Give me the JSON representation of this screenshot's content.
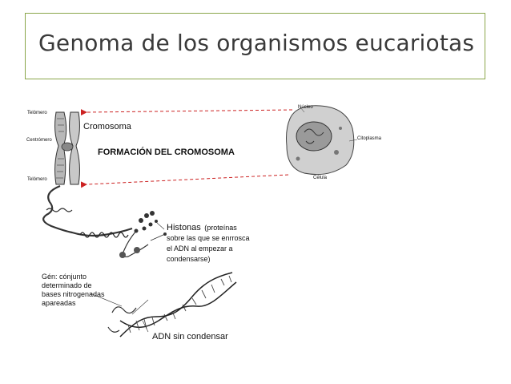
{
  "slide": {
    "title": "Genoma de los organismos eucariotas"
  },
  "diagram": {
    "chromosome": {
      "telomero_top": "Telómero",
      "centromero": "Centrómero",
      "telomero_bottom": "Telómero",
      "label": "Cromosoma"
    },
    "heading": "FORMACIÓN DEL CROMOSOMA",
    "cell": {
      "nucleo": "Núcleo",
      "citoplasma": "Citoplasma",
      "celula": "Célula"
    },
    "histonas": {
      "title": "Histonas",
      "paren": "(proteínas",
      "line2": "sobre las que se enrrosca",
      "line3": "el ADN al empezar a",
      "line4": "condensarse)"
    },
    "gen": {
      "line1": "Gén: cónjunto",
      "line2": "determinado de",
      "line3": "bases nitrogenadas",
      "line4": "apareadas"
    },
    "adn": "ADN sin condensar"
  }
}
